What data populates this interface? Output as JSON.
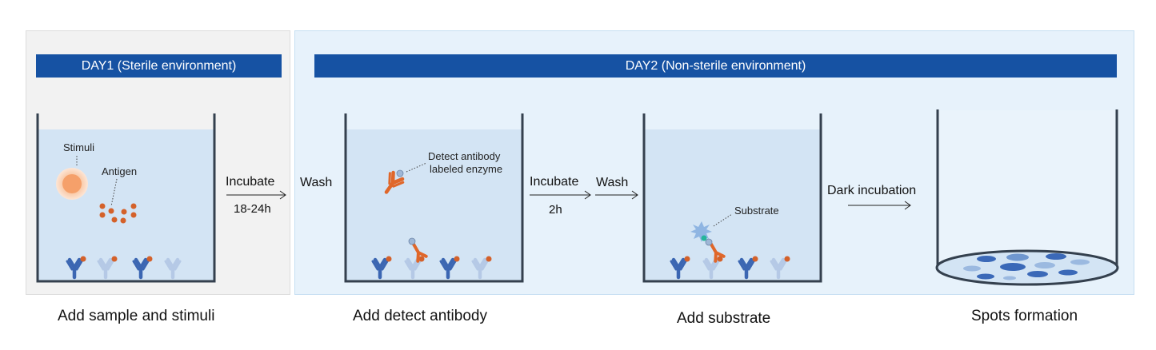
{
  "banners": {
    "day1": "DAY1 (Sterile environment)",
    "day2": "DAY2 (Non-sterile environment)"
  },
  "captions": {
    "step1": "Add sample and stimuli",
    "step2": "Add detect antibody",
    "step3": "Add substrate",
    "step4": "Spots formation"
  },
  "transitions": {
    "t1_top": "Incubate",
    "t1_bottom": "18-24h",
    "t2": "Wash",
    "t3_top": "Incubate",
    "t3_bottom": "2h",
    "t4": "Wash",
    "t5": "Dark incubation"
  },
  "labels": {
    "stimuli": "Stimuli",
    "antigen": "Antigen",
    "detect_line1": "Detect antibody",
    "detect_line2": "labeled enzyme",
    "substrate": "Substrate"
  },
  "colors": {
    "banner": "#1652a3",
    "well_liquid": "#d3e4f4",
    "well_outline": "#34404e",
    "antigen": "#d4612a",
    "capture_antibody": "#3b66b2",
    "detect_antibody": "#e0672a",
    "spot": "#3b69b8"
  }
}
